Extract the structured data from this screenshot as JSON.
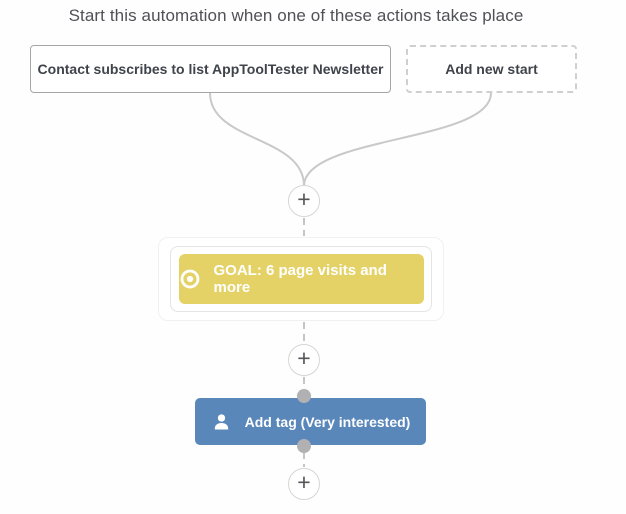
{
  "header": {
    "title": "Start this automation when one of these actions takes place"
  },
  "start_nodes": [
    {
      "label": "Contact subscribes to list AppToolTester Newsletter",
      "border_style": "solid"
    },
    {
      "label": "Add new start",
      "border_style": "dashed"
    }
  ],
  "goal_node": {
    "label": "GOAL: 6 page visits and more",
    "icon": "bullseye-icon",
    "color": "#e5d266"
  },
  "action_node": {
    "label": "Add tag (Very interested)",
    "icon": "user-icon",
    "color": "#5987ba"
  },
  "add_button": {
    "symbol": "+"
  },
  "colors": {
    "connector_line": "#c9c9c9",
    "connection_dot": "#b1b1b4",
    "solid_node_border": "#a6a6a6",
    "dashed_node_border": "#cfcfcf",
    "heading_text": "#505156",
    "node_text": "#3f434a",
    "goal_yellow": "#e5d266",
    "action_blue": "#5987ba"
  }
}
